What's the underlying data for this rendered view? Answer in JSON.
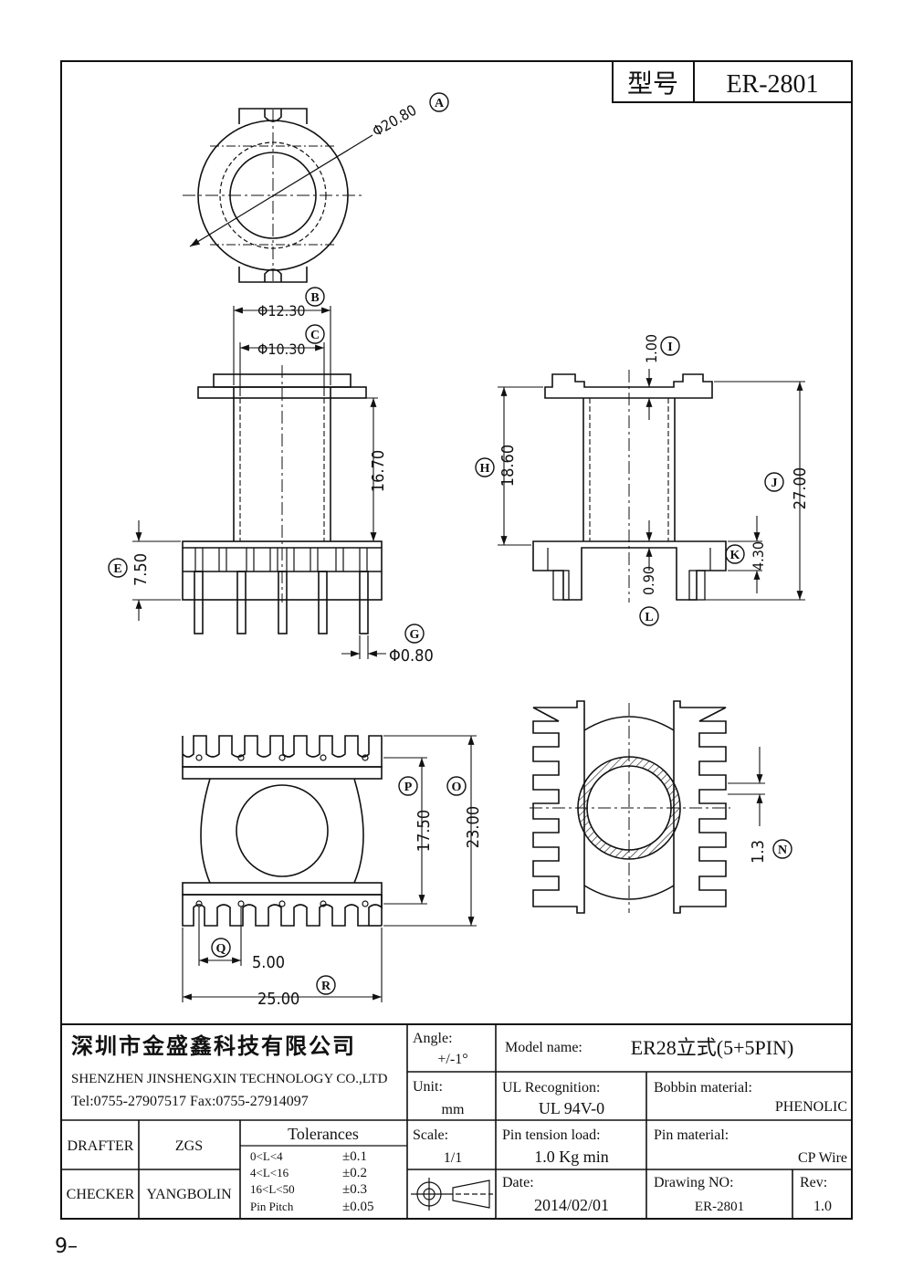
{
  "header": {
    "model_label": "型号",
    "model": "ER-2801"
  },
  "dimensions": {
    "A": {
      "tag": "A",
      "text": "Φ20.80"
    },
    "B": {
      "tag": "B",
      "text": "Φ12.30"
    },
    "C": {
      "tag": "C",
      "text": "Φ10.30"
    },
    "D": {
      "text": "16.70"
    },
    "E": {
      "tag": "E",
      "text": "7.50"
    },
    "G": {
      "tag": "G",
      "text": "Φ0.80"
    },
    "H": {
      "tag": "H",
      "text": "18.60"
    },
    "I": {
      "tag": "I",
      "text": "1.00"
    },
    "J": {
      "tag": "J",
      "text": "27.00"
    },
    "K": {
      "tag": "K",
      "text": "4.30"
    },
    "L": {
      "tag": "L",
      "text": "0.90"
    },
    "N": {
      "tag": "N",
      "text": "1.3"
    },
    "O": {
      "tag": "O",
      "text": "23.00"
    },
    "P": {
      "tag": "P",
      "text": "17.50"
    },
    "Q": {
      "tag": "Q",
      "text": "5.00"
    },
    "R": {
      "tag": "R",
      "text": "25.00"
    }
  },
  "titleblock": {
    "company_cn": "深圳市金盛鑫科技有限公司",
    "company_en": "SHENZHEN JINSHENGXIN TECHNOLOGY CO.,LTD",
    "contact": "Tel:0755-27907517  Fax:0755-27914097",
    "drafter_label": "DRAFTER",
    "drafter": "ZGS",
    "checker_label": "CHECKER",
    "checker": "YANGBOLIN",
    "tolerances_label": "Tolerances",
    "tolerances": [
      {
        "range": "0<L<4",
        "value": "±0.1"
      },
      {
        "range": "4<L<16",
        "value": "±0.2"
      },
      {
        "range": "16<L<50",
        "value": "±0.3"
      },
      {
        "range": "Pin Pitch",
        "value": "±0.05"
      }
    ],
    "angle_label": "Angle:",
    "angle": "+/-1°",
    "unit_label": "Unit:",
    "unit": "mm",
    "scale_label": "Scale:",
    "scale": "1/1",
    "model_name_label": "Model name:",
    "model_name": "ER28立式(5+5PIN)",
    "ul_label": "UL Recognition:",
    "ul": "UL 94V-0",
    "bobbin_label": "Bobbin material:",
    "bobbin": "PHENOLIC",
    "pin_tension_label": "Pin tension load:",
    "pin_tension": "1.0 Kg min",
    "pin_material_label": "Pin material:",
    "pin_material": "CP Wire",
    "date_label": "Date:",
    "date": "2014/02/01",
    "drawing_no_label": "Drawing NO:",
    "drawing_no": "ER-2801",
    "rev_label": "Rev:",
    "rev": "1.0"
  },
  "page_number": "9–"
}
